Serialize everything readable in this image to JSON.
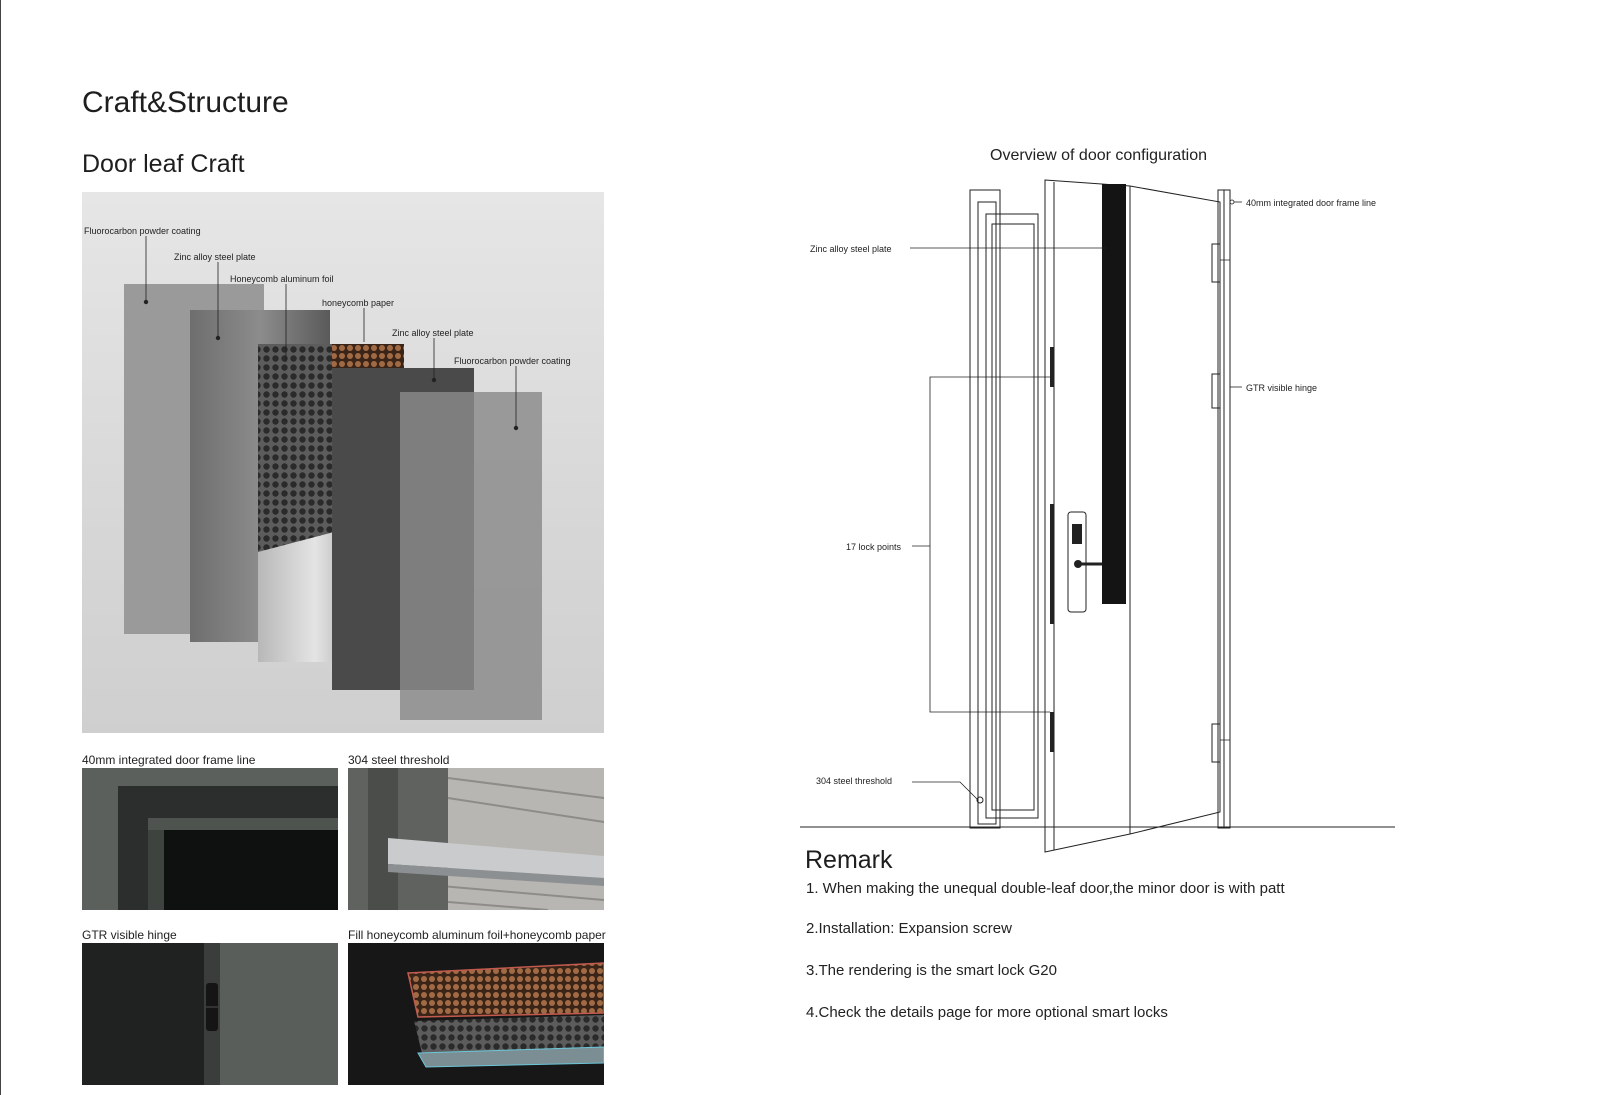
{
  "page": {
    "title": "Craft&Structure",
    "subtitle": "Door leaf Craft"
  },
  "layers": {
    "fluorocarbon_top": "Fluorocarbon powder coating",
    "zinc_top": "Zinc alloy steel plate",
    "honeycomb_foil": "Honeycomb aluminum foil",
    "honeycomb_paper": "honeycomb paper",
    "zinc_bottom": "Zinc alloy steel plate",
    "fluorocarbon_bottom": "Fluorocarbon powder coating"
  },
  "thumbnails": [
    {
      "caption": "40mm integrated door frame line"
    },
    {
      "caption": "304 steel threshold"
    },
    {
      "caption": "GTR visible hinge"
    },
    {
      "caption": "Fill honeycomb aluminum foil+honeycomb paper"
    }
  ],
  "door": {
    "title": "Overview of door configuration",
    "labels": {
      "zinc_plate": "Zinc alloy steel plate",
      "frame_line": "40mm integrated door frame line",
      "hinge": "GTR visible hinge",
      "lock_points": "17 lock points",
      "threshold": "304 steel threshold"
    }
  },
  "remark": {
    "title": "Remark",
    "items": [
      "1. When making the unequal double-leaf door,the minor door is with patt",
      "2.Installation: Expansion screw",
      "3.The rendering is the smart lock G20",
      "4.Check the details page for more optional smart locks"
    ]
  },
  "colors": {
    "panel_bg": "#d9d9d9",
    "plate_light": "#a8a8a8",
    "plate_dark": "#4a4a4a",
    "honeycomb_paper": "#8a5a3a",
    "text": "#222222"
  }
}
